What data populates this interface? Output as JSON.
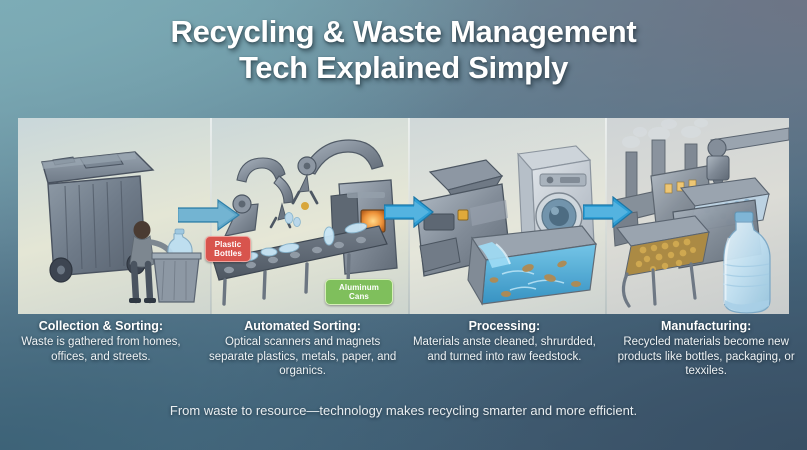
{
  "title": {
    "line1": "Recycling & Waste Management",
    "line2": "Tech Explained Simply"
  },
  "tagline": "From waste to resource—technology makes recycling smarter and more efficient.",
  "colors": {
    "arrow": "#2e9fd6",
    "badge_plastic_bg": "#d8544d",
    "badge_aluminum_bg": "#7fbf5c",
    "title_text": "#ffffff",
    "caption_text": "#eef2f4",
    "background_top_left": "#7aa9b4",
    "background_top_right": "#6e7485",
    "background_bottom_left": "#3c6277",
    "background_bottom_right": "#384e63"
  },
  "badges": [
    {
      "label": "Plastic Bottles",
      "color": "#d8544d"
    },
    {
      "label": "Aluminum Cans",
      "color": "#7fbf5c"
    }
  ],
  "steps": [
    {
      "heading": "Collection & Sorting:",
      "body": "Waste is gathered from homes, offices, and streets.",
      "icons": [
        "wheeled-trash-bin-icon",
        "person-icon",
        "plastic-bottle-icon",
        "small-recycling-bin-icon"
      ]
    },
    {
      "heading": "Automated Sorting:",
      "body": "Optical scanners and magnets separate plastics, metals, paper, and organics.",
      "icons": [
        "robotic-arm-icon",
        "robotic-claw-icon",
        "conveyor-belt-icon",
        "optical-scanner-icon"
      ]
    },
    {
      "heading": "Processing:",
      "body": "Materials anste cleaned, shrurdded, and turned into raw feedstock.",
      "icons": [
        "shredder-hopper-icon",
        "washing-machine-icon",
        "water-tank-icon"
      ]
    },
    {
      "heading": "Manufacturing:",
      "body": "Recycled materials become new products like bottles, packaging, or texxiles.",
      "icons": [
        "factory-smokestack-icon",
        "pellet-tray-icon",
        "extruder-nozzle-icon",
        "plastic-bottle-icon"
      ]
    }
  ],
  "arrows": [
    {
      "name": "arrow-step1-to-step2"
    },
    {
      "name": "arrow-step2-to-step3"
    },
    {
      "name": "arrow-step3-to-step4"
    }
  ]
}
